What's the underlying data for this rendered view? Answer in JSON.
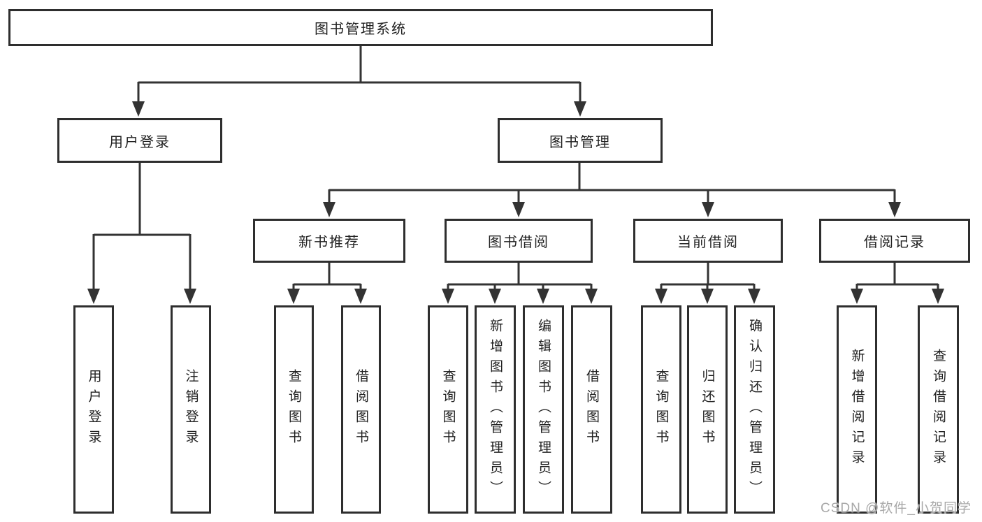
{
  "tree": {
    "root": {
      "label": "图书管理系统"
    },
    "branches": [
      {
        "label": "用户登录",
        "children": [
          {
            "label": "用户登录"
          },
          {
            "label": "注销登录"
          }
        ]
      },
      {
        "label": "图书管理",
        "children": [
          {
            "label": "新书推荐",
            "children": [
              {
                "label": "查询图书"
              },
              {
                "label": "借阅图书"
              }
            ]
          },
          {
            "label": "图书借阅",
            "children": [
              {
                "label": "查询图书"
              },
              {
                "label": "新增图书（管理员）"
              },
              {
                "label": "编辑图书（管理员）"
              },
              {
                "label": "借阅图书"
              }
            ]
          },
          {
            "label": "当前借阅",
            "children": [
              {
                "label": "查询图书"
              },
              {
                "label": "归还图书"
              },
              {
                "label": "确认归还（管理员）"
              }
            ]
          },
          {
            "label": "借阅记录",
            "children": [
              {
                "label": "新增借阅记录"
              },
              {
                "label": "查询借阅记录"
              }
            ]
          }
        ]
      }
    ]
  },
  "watermark": "CSDN @软件_小贺同学",
  "colors": {
    "line": "#333333",
    "border": "#2e2e2e",
    "text": "#212121",
    "background": "#ffffff",
    "watermark": "#a8a8a8"
  }
}
